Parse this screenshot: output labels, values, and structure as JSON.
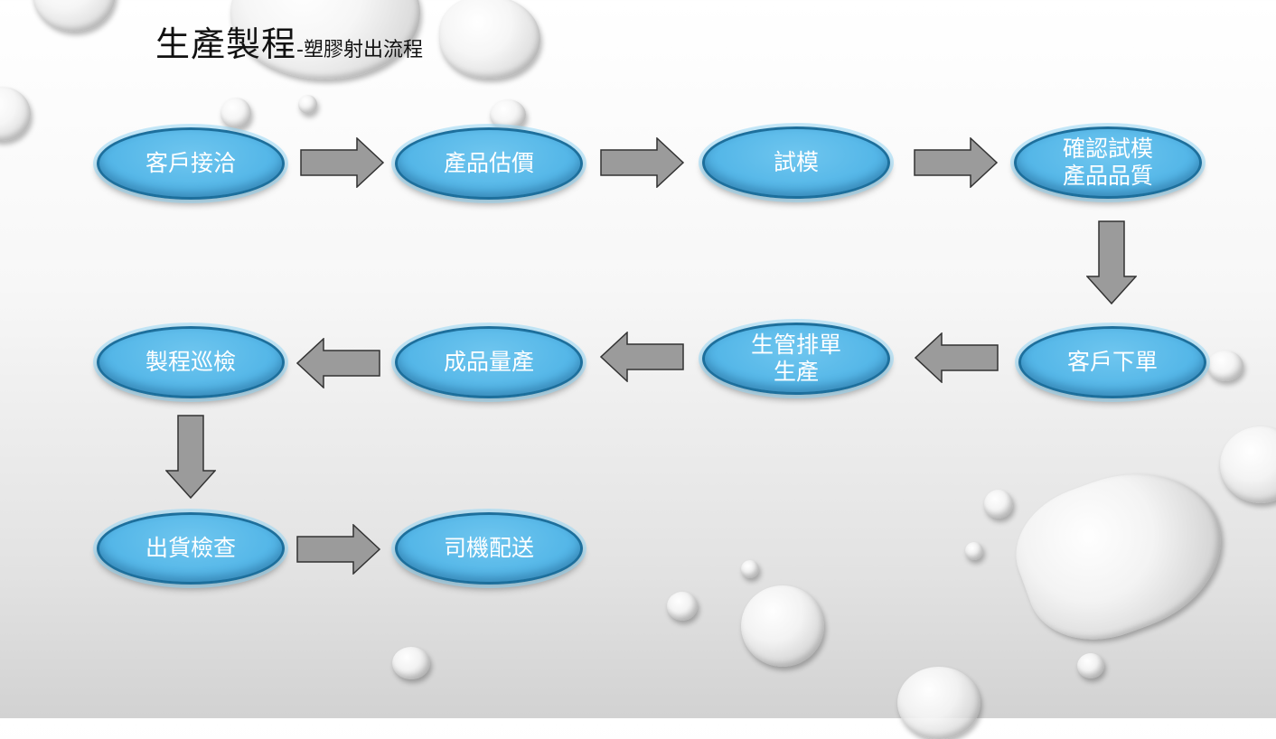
{
  "title": {
    "main": "生產製程",
    "sub": "-塑膠射出流程"
  },
  "nodes": [
    {
      "lines": [
        "客戶接洽"
      ]
    },
    {
      "lines": [
        "產品估價"
      ]
    },
    {
      "lines": [
        "試模"
      ]
    },
    {
      "lines": [
        "確認試模",
        "產品品質"
      ]
    },
    {
      "lines": [
        "客戶下單"
      ]
    },
    {
      "lines": [
        "生管排單",
        "生產"
      ]
    },
    {
      "lines": [
        "成品量產"
      ]
    },
    {
      "lines": [
        "製程巡檢"
      ]
    },
    {
      "lines": [
        "出貨檢查"
      ]
    },
    {
      "lines": [
        "司機配送"
      ]
    }
  ],
  "colors": {
    "node_fill": "#55b7e8",
    "node_border": "#1d6f9c",
    "arrow_fill": "#9b9b9b",
    "arrow_stroke": "#333333"
  }
}
